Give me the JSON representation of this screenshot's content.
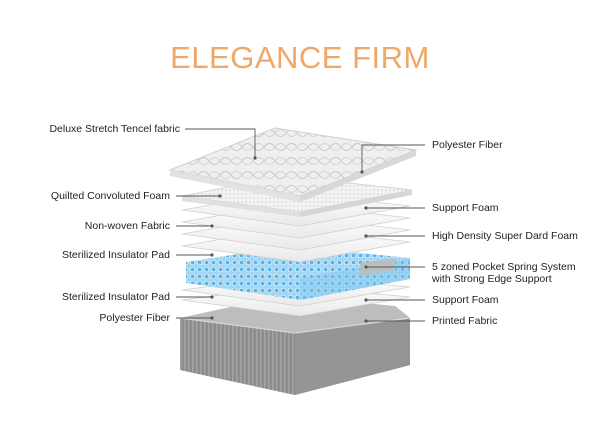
{
  "title": "ELEGANCE FIRM",
  "colors": {
    "title": "#f0a868",
    "spring_blue": "#7cc4ec",
    "base_grey": "#8a8a8a",
    "layer_white": "#f4f4f4",
    "leader_line": "#555555"
  },
  "labels_left": [
    "Deluxe Stretch Tencel fabric",
    "Quilted Convoluted Foam",
    "Non-woven Fabric",
    "Sterilized Insulator Pad",
    "Sterilized Insulator Pad",
    "Polyester Fiber"
  ],
  "labels_right": [
    "Polyester Fiber",
    "Support Foam",
    "High Density Super Dard Foam",
    "5 zoned Pocket Spring System",
    "with Strong Edge Support",
    "Support Foam",
    "Printed Fabric"
  ]
}
